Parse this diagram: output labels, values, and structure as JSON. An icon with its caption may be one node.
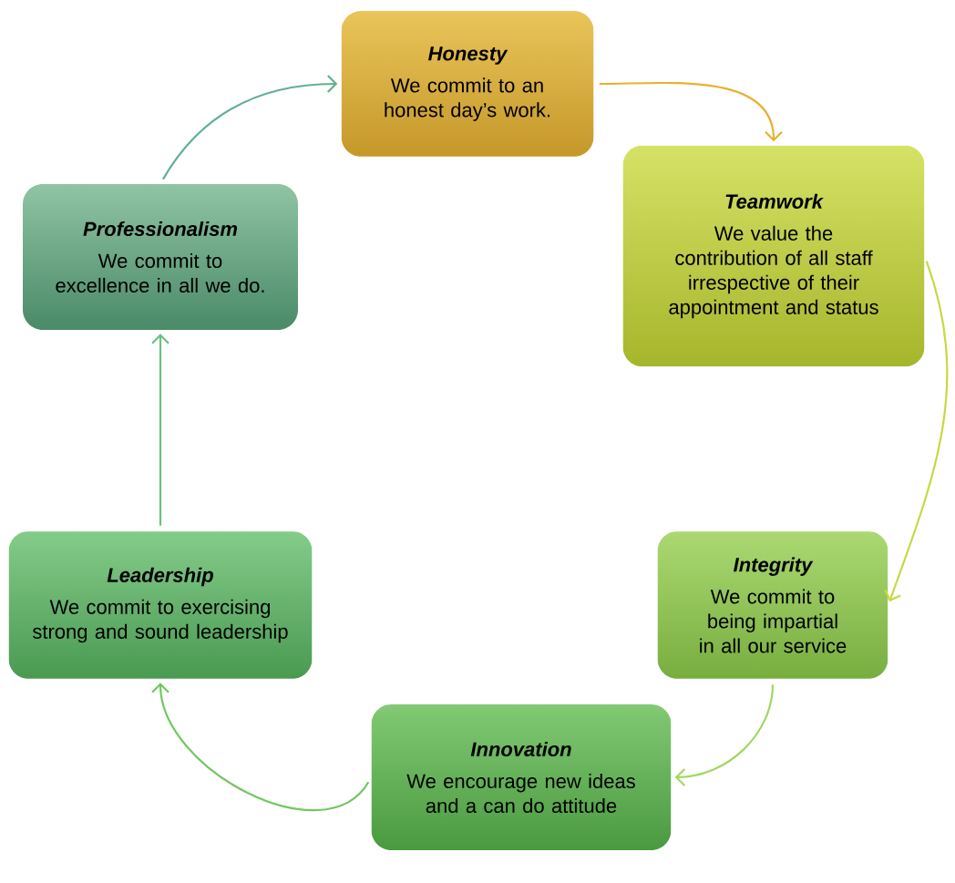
{
  "diagram": {
    "nodes": [
      {
        "text": [
          "Honesty",
          "We commit to an honest day’s work."
        ]
      },
      {
        "text": [
          "Teamwork",
          "We value the contribution of all staff irrespective of their appointment and status"
        ]
      },
      {
        "text": [
          "Integrity",
          "We commit to being impartial in all our service"
        ]
      },
      {
        "text": [
          "Innovation",
          "We encourage new ideas and a can do attitude"
        ]
      },
      {
        "text": [
          "Leadership",
          "We commit to exercising strong and sound leadership"
        ]
      },
      {
        "text": [
          "Professionalism",
          "We commit to excellence in all we do."
        ]
      }
    ],
    "edges": [
      {
        "from": 0,
        "to": 1,
        "arrow": "to",
        "color": "#e8b030"
      },
      {
        "from": 1,
        "to": 2,
        "arrow": "to",
        "color": "#c8d840"
      },
      {
        "from": 2,
        "to": 3,
        "arrow": "to",
        "color": "#a0d860"
      },
      {
        "from": 3,
        "to": 4,
        "arrow": "to",
        "color": "#70c860"
      },
      {
        "from": 4,
        "to": 5,
        "arrow": "to",
        "color": "#68c080"
      },
      {
        "from": 5,
        "to": 0,
        "arrow": "to",
        "color": "#60b090"
      }
    ]
  }
}
